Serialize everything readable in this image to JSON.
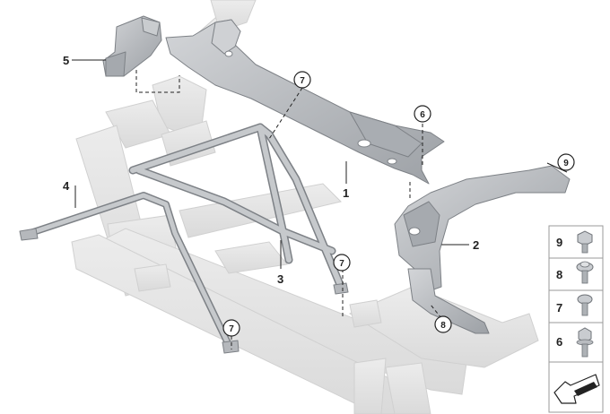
{
  "callouts": {
    "part1": "1",
    "part2": "2",
    "part3": "3",
    "part4": "4",
    "part5": "5"
  },
  "markers": {
    "m7_top": "7",
    "m6": "6",
    "m9": "9",
    "m7_mid": "7",
    "m8": "8",
    "m7_bottom": "7"
  },
  "legend": {
    "items": [
      "9",
      "8",
      "7",
      "6"
    ]
  },
  "colors": {
    "background_parts": "#e6e6e6",
    "background_edges": "#d2d2d2",
    "main_parts": "#bdc0c3",
    "main_edges": "#7d8186",
    "text": "#222222"
  }
}
